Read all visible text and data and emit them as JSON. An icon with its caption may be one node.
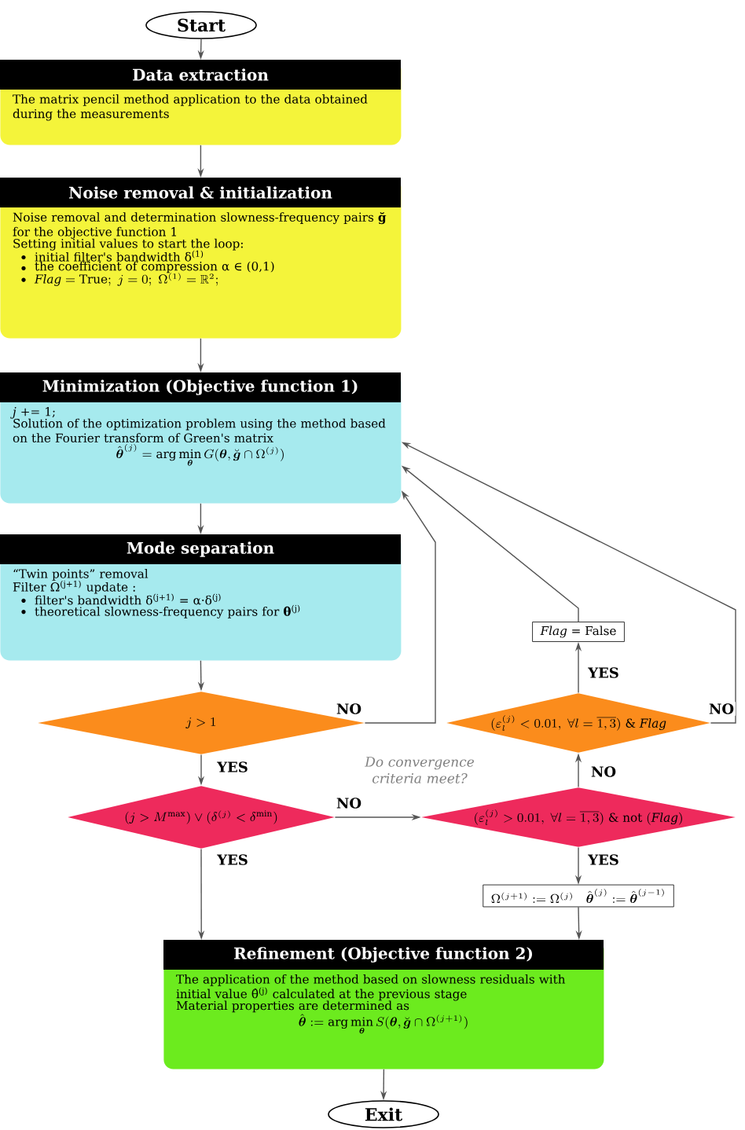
{
  "diagram": {
    "nodes": [
      {
        "text": [
          "Start"
        ]
      },
      {
        "text": [
          "Data extraction",
          "The matrix pencil method application to the data obtained during the measurements"
        ]
      },
      {
        "text": [
          "Noise removal & initialization",
          "Noise removal and determination slowness-frequency pairs **ğ** for the objective function 1",
          "Setting initial values to start the loop:",
          "initial filter's bandwidth δ$^{(1)}$",
          "the coefficient of compression α ∈ (0,1)",
          "\\mathit{Flag} = \\mathrm{True};\\ j = 0;\\ \\Omega^{(1)} = \\mathbb{R}^{2};"
        ]
      },
      {
        "text": [
          "Minimization (Objective function 1)",
          "*j* += 1;",
          "Solution of the optimization problem using the method based on the Fourier transform of Green's matrix",
          "\\hat{\\boldsymbol{\\theta}}^{(j)} = \\arg\\min_{\\boldsymbol{\\theta}} G(\\boldsymbol{\\theta}, \\breve{\\boldsymbol{g}} \\cap \\Omega^{(j)})"
        ]
      },
      {
        "text": [
          "Mode separation",
          "“Twin points” removal",
          "Filter Ω$^{(j+1)}$ update :",
          "filter's bandwidth δ$^{(j+1)}$ = α·δ$^{(j)}$",
          "theoretical slowness-frequency pairs for **θ**$^{(j)}$"
        ]
      },
      {
        "text": [
          "j > 1"
        ]
      },
      {
        "text": [
          "(j > M^{\\max}) \\vee (\\delta^{(j)} < \\delta^{\\min})"
        ]
      },
      {
        "text": [
          "(\\varepsilon_l^{(j)} < 0.01,\\ \\forall l = \\overline{1,3})\\ \\&\\ \\mathit{Flag}"
        ]
      },
      {
        "text": [
          "(\\varepsilon_l^{(j)} > 0.01,\\ \\forall l = \\overline{1,3})\\ \\&\\ \\mathrm{not}\\ (\\mathit{Flag})"
        ]
      },
      {
        "text": [
          "*Flag* = False"
        ]
      },
      {
        "text": [
          "\\Omega^{(j+1)} := \\Omega^{(j)}\\quad \\hat{\\boldsymbol{\\theta}}^{(j)} := \\hat{\\boldsymbol{\\theta}}^{(j-1)}"
        ]
      },
      {
        "text": [
          "Refinement (Objective function 2)",
          "The application of the method based on slowness residuals with initial value θ̂$^{(j)}$ calculated at the previous stage",
          "Material properties are determined as",
          "\\hat{\\boldsymbol{\\theta}} := \\arg\\min_{\\boldsymbol{\\theta}} S(\\boldsymbol{\\theta}, \\breve{\\boldsymbol{g}} \\cap \\Omega^{(j+1)})"
        ]
      },
      {
        "text": [
          "Exit"
        ]
      }
    ],
    "edges": [
      {
        "from": 0,
        "to": 1,
        "arrow": "to"
      },
      {
        "from": 1,
        "to": 2,
        "arrow": "to"
      },
      {
        "from": 2,
        "to": 3,
        "arrow": "to"
      },
      {
        "from": 3,
        "to": 4,
        "arrow": "to"
      },
      {
        "from": 4,
        "to": 5,
        "arrow": "to"
      },
      {
        "from": 5,
        "to": 3,
        "arrow": "to",
        "label": "NO"
      },
      {
        "from": 5,
        "to": 6,
        "arrow": "to",
        "label": "YES"
      },
      {
        "from": 6,
        "to": 8,
        "arrow": "to",
        "label": "NO"
      },
      {
        "from": 6,
        "to": 11,
        "arrow": "to",
        "label": "YES"
      },
      {
        "from": 8,
        "to": 7,
        "arrow": "to",
        "label": "NO"
      },
      {
        "from": 8,
        "to": 10,
        "arrow": "to",
        "label": "YES"
      },
      {
        "from": 7,
        "to": 9,
        "arrow": "to",
        "label": "YES"
      },
      {
        "from": 9,
        "to": 3,
        "arrow": "to"
      },
      {
        "from": 7,
        "to": 3,
        "arrow": "to",
        "label": "NO"
      },
      {
        "from": 10,
        "to": 11,
        "arrow": "to"
      },
      {
        "from": 11,
        "to": 12,
        "arrow": "to"
      }
    ],
    "labels": [
      "Do convergence criteria meet?"
    ]
  }
}
